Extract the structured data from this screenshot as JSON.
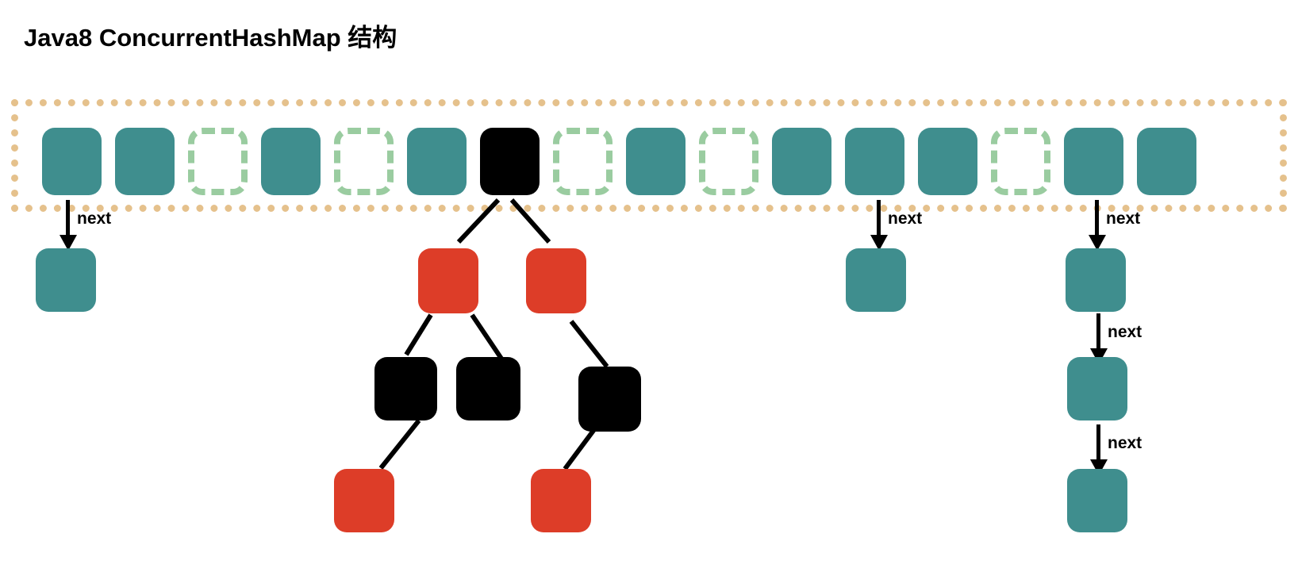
{
  "title": "Java8 ConcurrentHashMap 结构",
  "colors": {
    "teal": "#3f8e8e",
    "red": "#dd3d28",
    "black": "#000000",
    "array_border_orange": "#e5c18c",
    "empty_cell_green": "#9acca0",
    "background": "#ffffff"
  },
  "bucket_array": {
    "name": "table",
    "cell_count": 16,
    "cells": [
      {
        "index": 0,
        "state": "filled",
        "color": "#3f8e8e"
      },
      {
        "index": 1,
        "state": "filled",
        "color": "#3f8e8e"
      },
      {
        "index": 2,
        "state": "empty",
        "color": "#9acca0"
      },
      {
        "index": 3,
        "state": "filled",
        "color": "#3f8e8e"
      },
      {
        "index": 4,
        "state": "empty",
        "color": "#9acca0"
      },
      {
        "index": 5,
        "state": "filled",
        "color": "#3f8e8e"
      },
      {
        "index": 6,
        "state": "tree-root",
        "color": "#000000"
      },
      {
        "index": 7,
        "state": "empty",
        "color": "#9acca0"
      },
      {
        "index": 8,
        "state": "filled",
        "color": "#3f8e8e"
      },
      {
        "index": 9,
        "state": "empty",
        "color": "#9acca0"
      },
      {
        "index": 10,
        "state": "filled",
        "color": "#3f8e8e"
      },
      {
        "index": 11,
        "state": "filled",
        "color": "#3f8e8e"
      },
      {
        "index": 12,
        "state": "filled",
        "color": "#3f8e8e"
      },
      {
        "index": 13,
        "state": "empty",
        "color": "#9acca0"
      },
      {
        "index": 14,
        "state": "filled",
        "color": "#3f8e8e"
      },
      {
        "index": 15,
        "state": "filled",
        "color": "#3f8e8e"
      }
    ]
  },
  "labels": {
    "next": "next"
  },
  "chains": [
    {
      "id": "chain-0",
      "from_cell": 0,
      "nodes": [
        {
          "color": "#3f8e8e"
        }
      ],
      "links": [
        "next"
      ]
    },
    {
      "id": "chain-11",
      "from_cell": 11,
      "nodes": [
        {
          "color": "#3f8e8e"
        }
      ],
      "links": [
        "next"
      ]
    },
    {
      "id": "chain-14",
      "from_cell": 14,
      "nodes": [
        {
          "color": "#3f8e8e"
        },
        {
          "color": "#3f8e8e"
        },
        {
          "color": "#3f8e8e"
        }
      ],
      "links": [
        "next",
        "next",
        "next"
      ]
    }
  ],
  "tree": {
    "from_cell": 6,
    "root_color": "#000000",
    "nodes": [
      {
        "id": "r1",
        "color": "#dd3d28",
        "level": 1,
        "side": "left"
      },
      {
        "id": "r2",
        "color": "#dd3d28",
        "level": 1,
        "side": "right"
      },
      {
        "id": "b1",
        "color": "#000000",
        "level": 2,
        "side": "left"
      },
      {
        "id": "b2",
        "color": "#000000",
        "level": 2,
        "side": "middle"
      },
      {
        "id": "b3",
        "color": "#000000",
        "level": 2,
        "side": "right"
      },
      {
        "id": "r3",
        "color": "#dd3d28",
        "level": 3,
        "side": "left"
      },
      {
        "id": "r4",
        "color": "#dd3d28",
        "level": 3,
        "side": "right"
      }
    ],
    "edges": [
      {
        "from": "root",
        "to": "r1"
      },
      {
        "from": "root",
        "to": "r2"
      },
      {
        "from": "r1",
        "to": "b1"
      },
      {
        "from": "r1",
        "to": "b2"
      },
      {
        "from": "r2",
        "to": "b3"
      },
      {
        "from": "b1",
        "to": "r3"
      },
      {
        "from": "b3",
        "to": "r4"
      }
    ]
  }
}
